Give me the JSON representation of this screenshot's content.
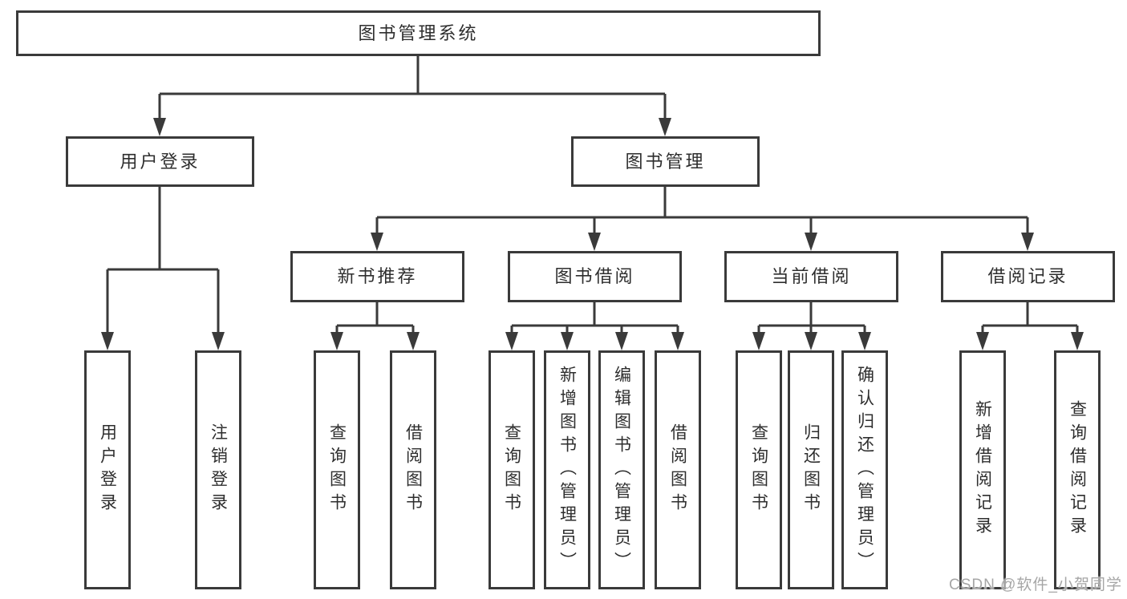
{
  "tree": {
    "label": "图书管理系统",
    "children": [
      {
        "label": "用户登录",
        "children": [
          {
            "label": "用户登录"
          },
          {
            "label": "注销登录"
          }
        ]
      },
      {
        "label": "图书管理",
        "children": [
          {
            "label": "新书推荐",
            "children": [
              {
                "label": "查询图书"
              },
              {
                "label": "借阅图书"
              }
            ]
          },
          {
            "label": "图书借阅",
            "children": [
              {
                "label": "查询图书"
              },
              {
                "label": "新增图书（管理员）"
              },
              {
                "label": "编辑图书（管理员）"
              },
              {
                "label": "借阅图书"
              }
            ]
          },
          {
            "label": "当前借阅",
            "children": [
              {
                "label": "查询图书"
              },
              {
                "label": "归还图书"
              },
              {
                "label": "确认归还（管理员）"
              }
            ]
          },
          {
            "label": "借阅记录",
            "children": [
              {
                "label": "新增借阅记录"
              },
              {
                "label": "查询借阅记录"
              }
            ]
          }
        ]
      }
    ]
  },
  "watermark": "CSDN @软件_小贺同学",
  "colors": {
    "line": "#3a3a3a",
    "text": "#2e2e2e",
    "watermark": "#a6a6a6",
    "background": "#ffffff"
  }
}
